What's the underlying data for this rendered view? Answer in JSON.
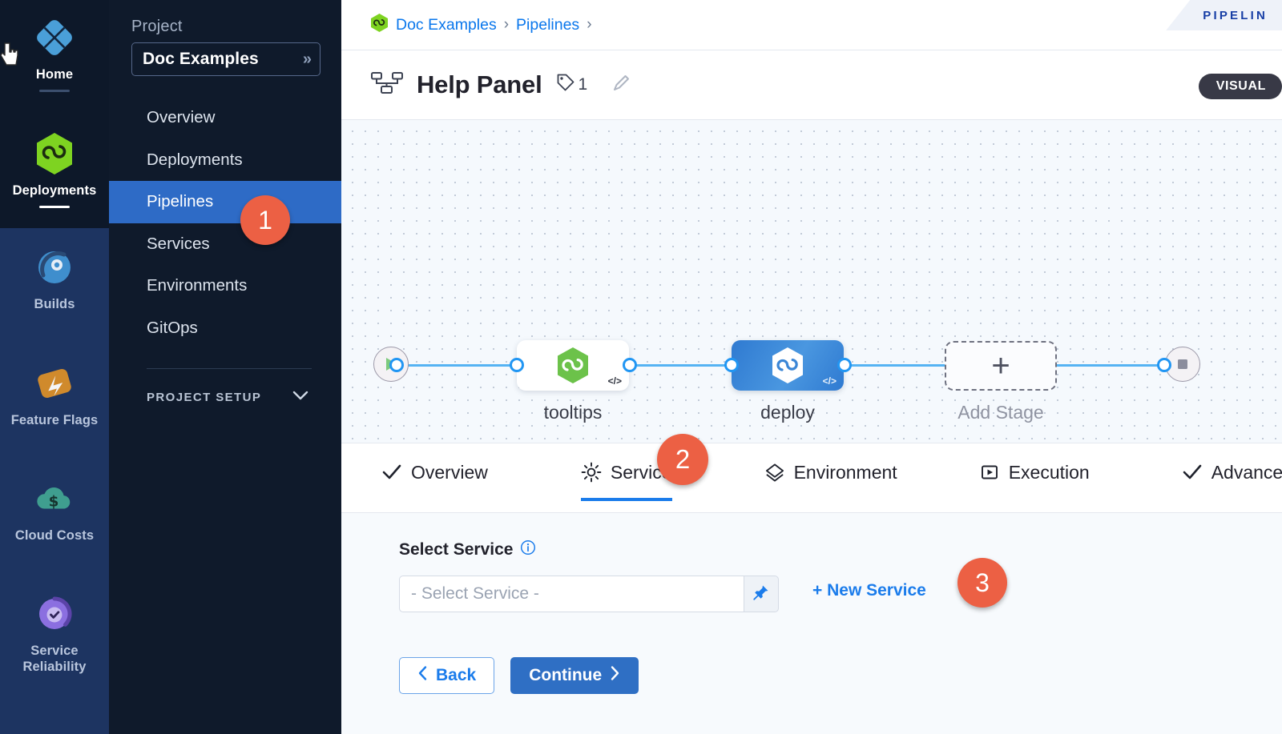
{
  "rail": {
    "items": [
      {
        "label": "Home",
        "icon": "home-grid-icon",
        "active": true,
        "color": "#4a9fd8"
      },
      {
        "label": "Deployments",
        "icon": "deployments-hexagon-icon",
        "active": true,
        "color": "#7ed321"
      },
      {
        "label": "Builds",
        "icon": "builds-icon",
        "active": false,
        "color": "#3f8ecd"
      },
      {
        "label": "Feature Flags",
        "icon": "feature-flags-icon",
        "active": false,
        "color": "#d08a2c"
      },
      {
        "label": "Cloud Costs",
        "icon": "cloud-costs-icon",
        "active": false,
        "color": "#3f9e8f"
      },
      {
        "label": "Service Reliability",
        "icon": "service-reliability-icon",
        "active": false,
        "color": "#8b6fe0"
      }
    ]
  },
  "sidebar": {
    "project_label": "Project",
    "project_value": "Doc Examples",
    "project_chevron": "»",
    "nav": [
      {
        "label": "Overview",
        "active": false
      },
      {
        "label": "Deployments",
        "active": false
      },
      {
        "label": "Pipelines",
        "active": true
      },
      {
        "label": "Services",
        "active": false
      },
      {
        "label": "Environments",
        "active": false
      },
      {
        "label": "GitOps",
        "active": false
      }
    ],
    "setup_label": "PROJECT SETUP",
    "setup_chevron": "⌄"
  },
  "breadcrumb": {
    "items": [
      "Doc Examples",
      "Pipelines"
    ],
    "separator": "›"
  },
  "header": {
    "pipeline_banner": "PIPELIN",
    "title": "Help Panel",
    "tag_count": "1",
    "mode_badge": "VISUAL"
  },
  "canvas": {
    "stages": [
      {
        "name": "tooltips",
        "type": "white",
        "code_glyph": "</>"
      },
      {
        "name": "deploy",
        "type": "blue",
        "code_glyph": "</>"
      }
    ],
    "add_stage_label": "Add Stage",
    "add_stage_plus": "+"
  },
  "tabs": [
    {
      "label": "Overview",
      "icon": "check-icon",
      "active": false
    },
    {
      "label": "Service",
      "icon": "gear-icon",
      "active": true
    },
    {
      "label": "Environment",
      "icon": "layers-diamond-icon",
      "active": false
    },
    {
      "label": "Execution",
      "icon": "play-square-icon",
      "active": false
    },
    {
      "label": "Advanced",
      "icon": "check-icon",
      "active": false
    }
  ],
  "form": {
    "field_label": "Select Service",
    "info_icon": "info-icon",
    "select_value": "- Select Service -",
    "select_chevron": "⌄",
    "pin_icon": "pin-icon",
    "new_service_link": "+ New Service",
    "back_button": "Back",
    "back_chevron": "‹",
    "continue_button": "Continue",
    "continue_chevron": "›"
  },
  "steps": [
    {
      "number": "1"
    },
    {
      "number": "2"
    },
    {
      "number": "3"
    }
  ],
  "colors": {
    "accent_blue": "#1b7ceb",
    "step_orange": "#ec6044",
    "active_nav_blue": "#2e6bc6",
    "rail_bg": "#1d3461",
    "rail_top_bg": "#0d1829",
    "sidebar_bg": "#0f1a2b",
    "canvas_bg": "#f5f9fd",
    "edge_blue": "#55b3f3"
  }
}
